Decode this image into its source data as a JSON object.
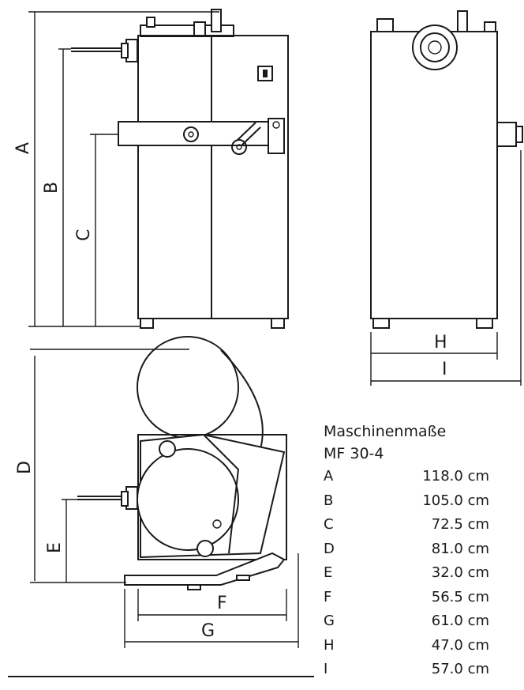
{
  "spec": {
    "title_line1": "Maschinenmaße",
    "title_line2": "MF 30-4",
    "rows": [
      {
        "label": "A",
        "value": "118.0 cm"
      },
      {
        "label": "B",
        "value": "105.0 cm"
      },
      {
        "label": "C",
        "value": "72.5 cm"
      },
      {
        "label": "D",
        "value": "81.0 cm"
      },
      {
        "label": "E",
        "value": "32.0 cm"
      },
      {
        "label": "F",
        "value": "56.5 cm"
      },
      {
        "label": "G",
        "value": "61.0 cm"
      },
      {
        "label": "H",
        "value": "47.0 cm"
      },
      {
        "label": "I",
        "value": "57.0 cm"
      }
    ]
  },
  "dimension_labels": {
    "a": "A",
    "b": "B",
    "c": "C",
    "d": "D",
    "e": "E",
    "f": "F",
    "g": "G",
    "h": "H",
    "i": "I"
  }
}
